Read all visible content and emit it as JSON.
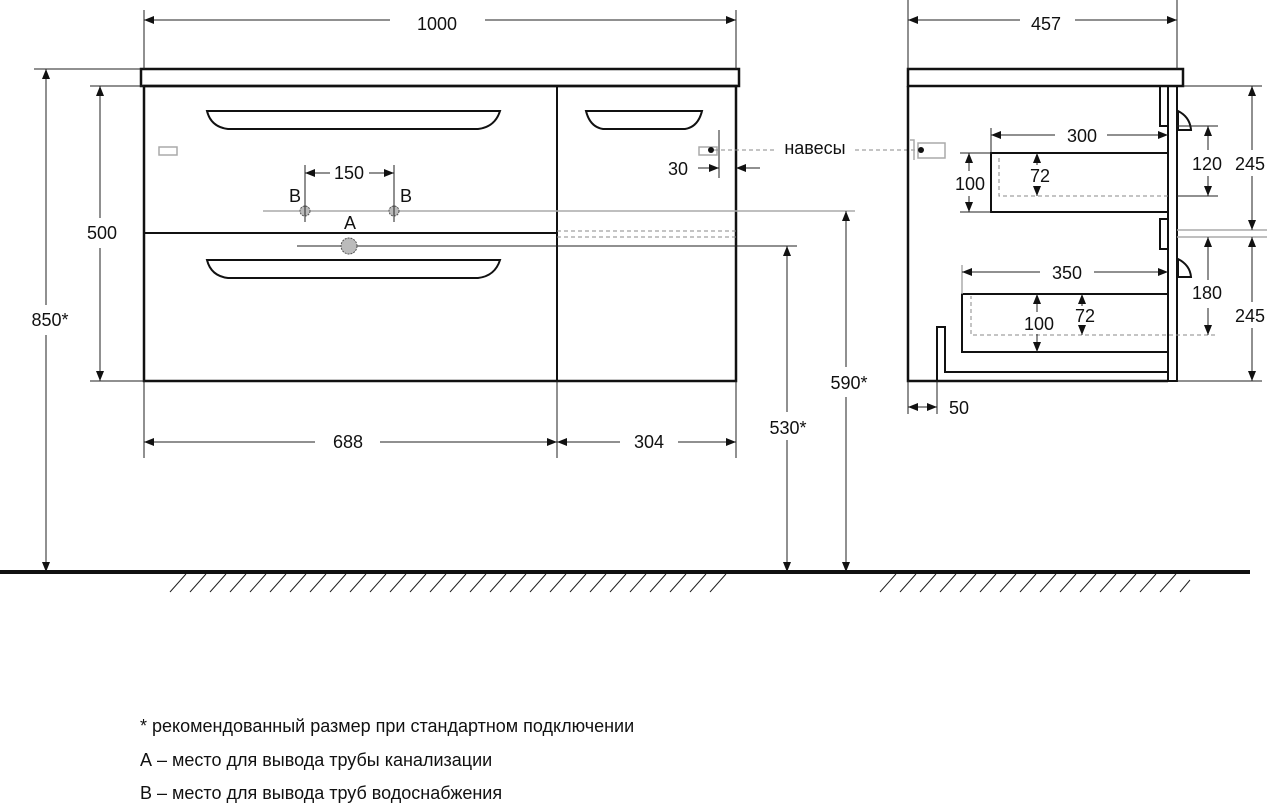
{
  "front_view": {
    "width_total": "1000",
    "height_total": "850*",
    "body_height": "500",
    "left_width": "688",
    "right_width": "304",
    "pipe_spacing": "150",
    "label_b": "B",
    "label_a": "A",
    "hinge_offset": "30",
    "drain_height": "530*",
    "water_height": "590*",
    "hinges_label": "навесы"
  },
  "side_view": {
    "depth_total": "457",
    "top_drawer_depth": "300",
    "top_drawer_height": "100",
    "top_drawer_inner": "72",
    "top_gap": "120",
    "top_section": "245",
    "bottom_drawer_depth": "350",
    "bottom_drawer_height": "100",
    "bottom_drawer_inner": "72",
    "bottom_gap": "180",
    "bottom_section": "245",
    "plinth_offset": "50"
  },
  "notes": [
    "* рекомендованный размер при стандартном подключении",
    "А – место для вывода трубы канализации",
    "В – место для вывода труб водоснабжения"
  ]
}
